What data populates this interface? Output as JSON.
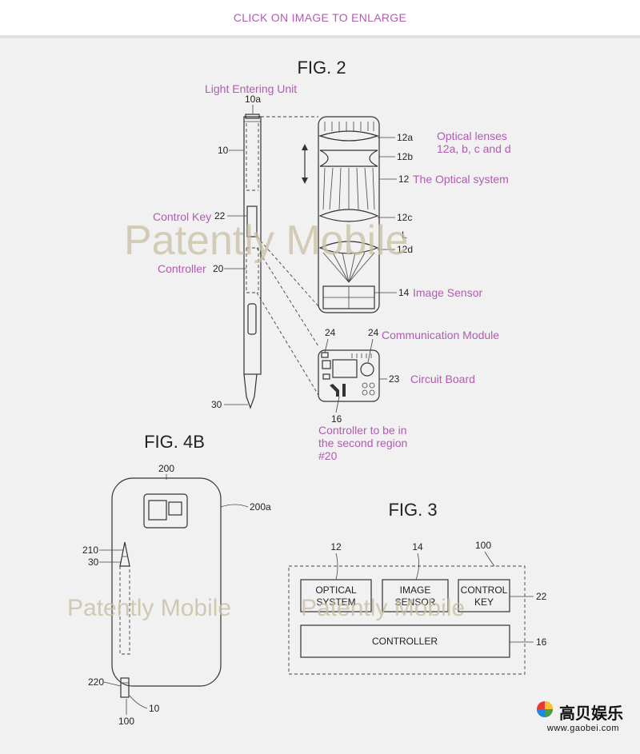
{
  "header": {
    "enlarge_text": "CLICK ON IMAGE TO ENLARGE"
  },
  "fig2": {
    "title": "FIG. 2",
    "annotations": {
      "light_unit": "Light Entering Unit",
      "lenses_line1": "Optical lenses",
      "lenses_line2": "12a, b, c and d",
      "optical_system": "The Optical system",
      "control_key": "Control Key",
      "controller": "Controller",
      "image_sensor": "Image Sensor",
      "comm_module": "Communication Module",
      "circuit_board": "Circuit Board",
      "ctrl_note1": "Controller to be in",
      "ctrl_note2": "the second region",
      "ctrl_note3": "#20"
    },
    "refs": {
      "r10a": "10a",
      "r10": "10",
      "r12a": "12a",
      "r12b": "12b",
      "r12": "12",
      "r22": "22",
      "r12c": "12c",
      "rL": "L",
      "r12d": "12d",
      "r20": "20",
      "r14": "14",
      "r24a": "24",
      "r24b": "24",
      "r23": "23",
      "r16": "16",
      "r30": "30"
    }
  },
  "fig4b": {
    "title": "FIG. 4B",
    "refs": {
      "r200": "200",
      "r200a": "200a",
      "r210": "210",
      "r30": "30",
      "r220": "220",
      "r10": "10",
      "r100": "100"
    }
  },
  "fig3": {
    "title": "FIG. 3",
    "refs": {
      "r12": "12",
      "r14": "14",
      "r100": "100",
      "r22": "22",
      "r16": "16"
    },
    "boxes": {
      "optical_1": "OPTICAL",
      "optical_2": "SYSTEM",
      "image_1": "IMAGE",
      "image_2": "SENSOR",
      "control_1": "CONTROL",
      "control_2": "KEY",
      "controller": "CONTROLLER"
    }
  },
  "watermark": {
    "text": "Patently Mobile"
  },
  "logo": {
    "cn_text": "高贝娱乐",
    "url": "www.gaobei.com"
  },
  "colors": {
    "annotation": "#b05cb0",
    "watermark": "#c9bfa2"
  }
}
